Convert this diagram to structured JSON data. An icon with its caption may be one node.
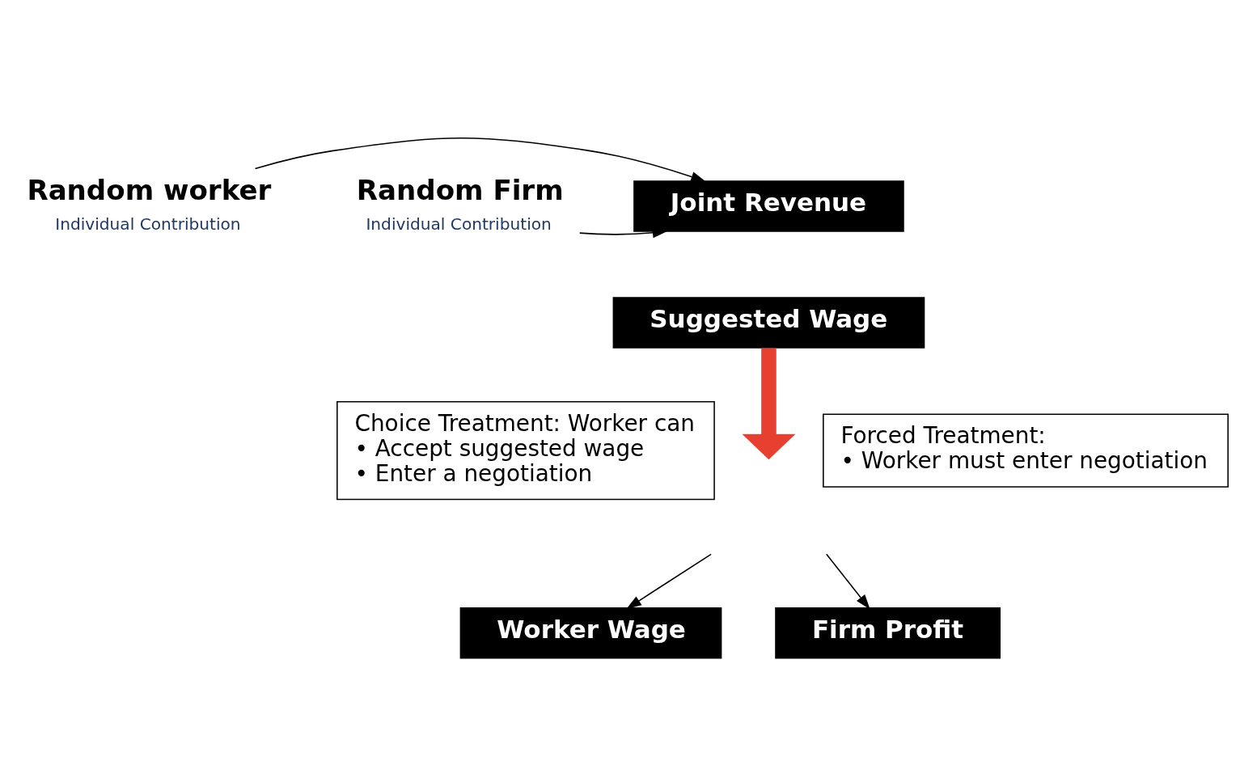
{
  "diagram": {
    "nodes": [
      {
        "text": [
          "Random worker",
          "Individual Contribution"
        ]
      },
      {
        "text": [
          "Random Firm",
          "Individual Contribution"
        ]
      },
      {
        "text": [
          "Joint Revenue"
        ]
      },
      {
        "text": [
          "Suggested Wage"
        ]
      },
      {
        "text": [
          "Choice Treatment: Worker can",
          "• Accept suggested wage",
          "• Enter a negotiation"
        ]
      },
      {
        "text": [
          "Forced Treatment:",
          "• Worker must enter negotiation"
        ]
      },
      {
        "text": [
          "Worker Wage"
        ]
      },
      {
        "text": [
          "Firm Profit"
        ]
      }
    ],
    "edges": [
      {
        "from": 0,
        "to": 2,
        "arrow": "to"
      },
      {
        "from": 1,
        "to": 2,
        "arrow": "to"
      },
      {
        "from": 3,
        "to": null,
        "arrow": "to",
        "style": "thick",
        "color": "#e84030"
      },
      {
        "from": null,
        "to": 6,
        "arrow": "to"
      },
      {
        "from": null,
        "to": 7,
        "arrow": "to"
      }
    ]
  }
}
